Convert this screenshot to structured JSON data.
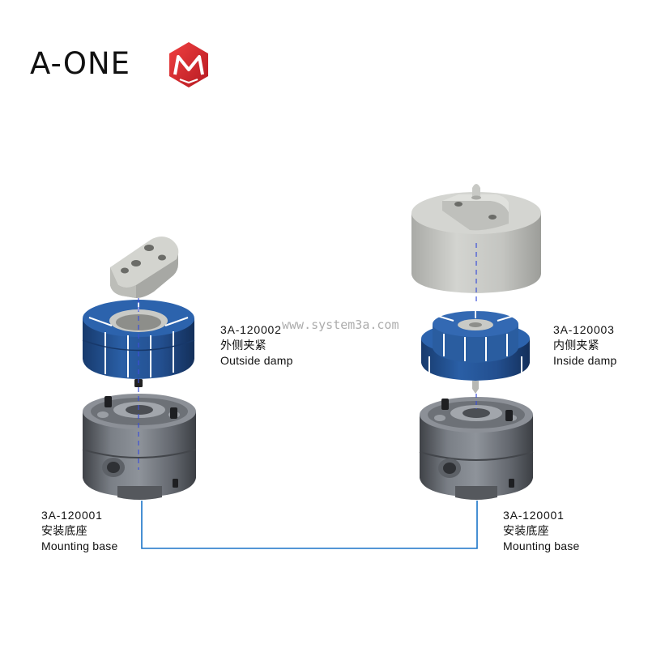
{
  "brand": {
    "name": "A-ONE",
    "accent_color": "#e5262e",
    "logo_icon": "m-emblem-icon"
  },
  "watermark": "www.system3a.com",
  "colors": {
    "connector_line": "#1a74c8",
    "axis_line": "#3b4fd8",
    "chuck_blue": "#23508f",
    "base_grey": "#6c7077",
    "part_grey": "#c2c3bf"
  },
  "labels": {
    "outside_clamp": {
      "code": "3A-120002",
      "name_cn": "外侧夹紧",
      "name_en": "Outside damp"
    },
    "inside_clamp": {
      "code": "3A-120003",
      "name_cn": "内侧夹紧",
      "name_en": "Inside damp"
    },
    "base_left": {
      "code": "3A-120001",
      "name_cn": "安装底座",
      "name_en": "Mounting base"
    },
    "base_right": {
      "code": "3A-120001",
      "name_cn": "安装底座",
      "name_en": "Mounting base"
    }
  }
}
